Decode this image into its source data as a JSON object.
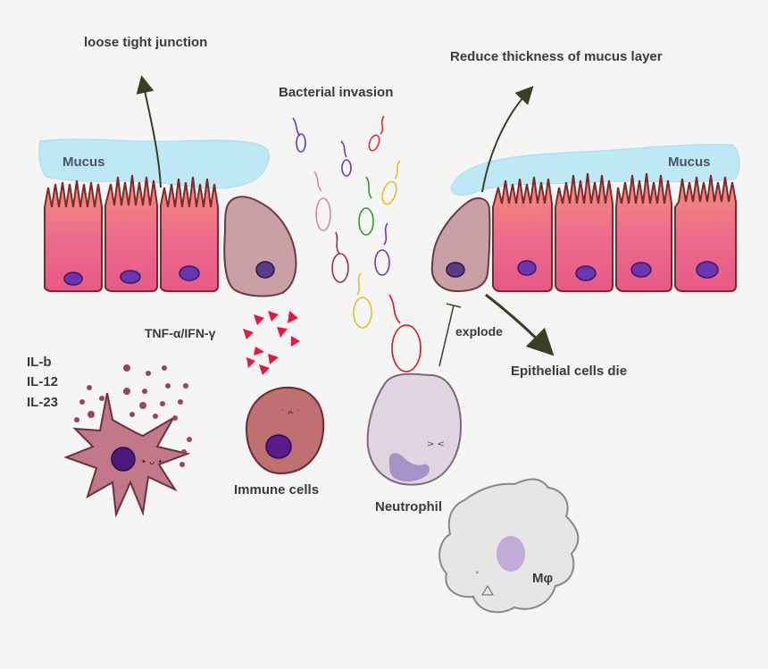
{
  "labels": {
    "loose_tight_junction": "loose tight junction",
    "bacterial_invasion": "Bacterial invasion",
    "reduce_mucus": "Reduce thickness of mucus layer",
    "mucus_left": "Mucus",
    "mucus_right": "Mucus",
    "tnf": "TNF-α/IFN-γ",
    "il_b": "IL-b",
    "il_12": "IL-12",
    "il_23": "IL-23",
    "explode": "explode",
    "epithelial_die": "Epithelial cells die",
    "immune_cells": "Immune cells",
    "neutrophil": "Neutrophil",
    "macrophage": "Mφ"
  },
  "colors": {
    "background": "#f5f5f5",
    "mucus": "#bde8f4",
    "epithelial": "#e95c85",
    "epithelial_top": "#f08a7e",
    "goblet": "#c9a0a6",
    "nucleus": "#6a35b0",
    "tnf_triangles": "#e8173f",
    "dendritic": "#c17889",
    "immune_cell": "#bf7070",
    "neutrophil": "#e2d4e0",
    "macrophage": "#e6e6e6",
    "arrow": "#3b3e24"
  }
}
